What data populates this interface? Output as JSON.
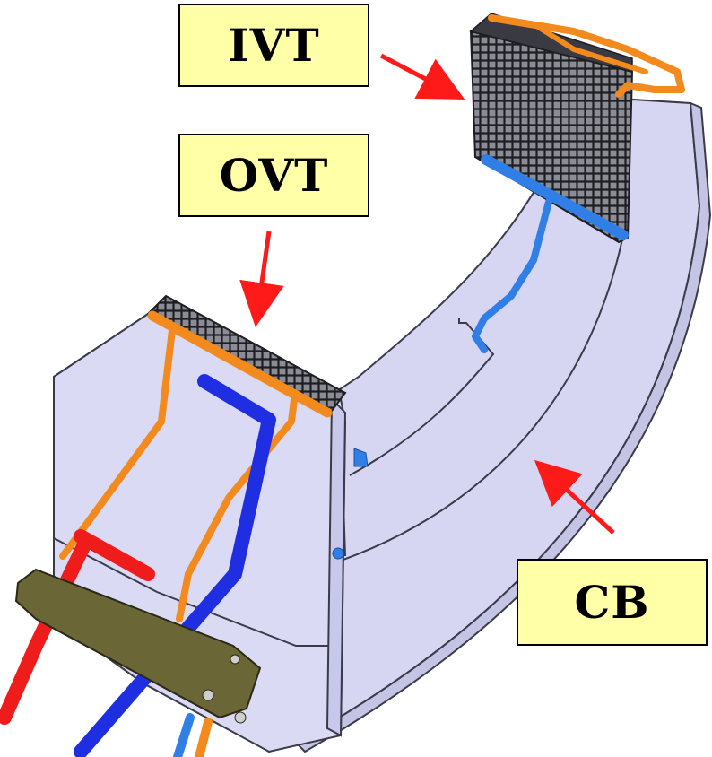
{
  "labels": {
    "ivt": "IVT",
    "ovt": "OVT",
    "cb": "CB"
  },
  "colors": {
    "label_fill": "#ffffa8",
    "arrow": "#ff1a1a",
    "body_fill": "#d6d6f2",
    "body_outline": "#3a3a4a",
    "tube_orange": "#f28a1e",
    "tube_blue": "#1f2ee0",
    "tube_light_blue": "#2f7fe6",
    "tube_red": "#ef1c1c",
    "support_olive": "#6b6636",
    "coil": "#2a2a2e"
  }
}
